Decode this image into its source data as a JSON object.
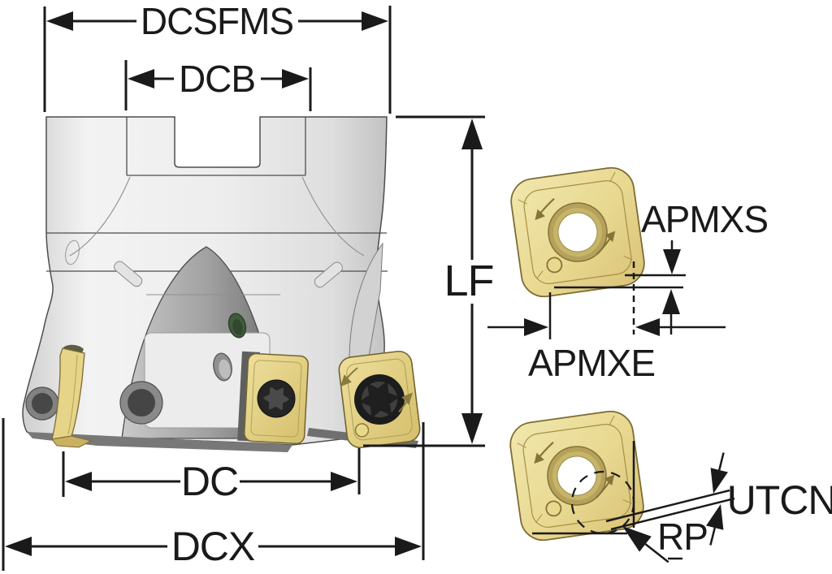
{
  "figure": {
    "type": "technical-drawing",
    "subject": "indexable face milling cutter with square inserts and dimension callouts",
    "background": "#ffffff",
    "ink_color": "#1a1a1a",
    "body_fill": "#ececec",
    "body_stroke": "#4d4d4d",
    "flute_dark_color": "#6e6e6e",
    "insert_face_color": "#eadc95",
    "insert_outline_color": "#7d6c33",
    "insert_hole_ring_color": "#b5a15a",
    "screw_color": "#1c1c1c",
    "coolant_hole_color": "#415c3d"
  },
  "labels": {
    "dcsfms": "DCSFMS",
    "dcb": "DCB",
    "lf": "LF",
    "dc": "DC",
    "dcx": "DCX",
    "apmxs": "APMXS",
    "apmxe": "APMXE",
    "utcn": "UTCN",
    "rp": "RP"
  }
}
